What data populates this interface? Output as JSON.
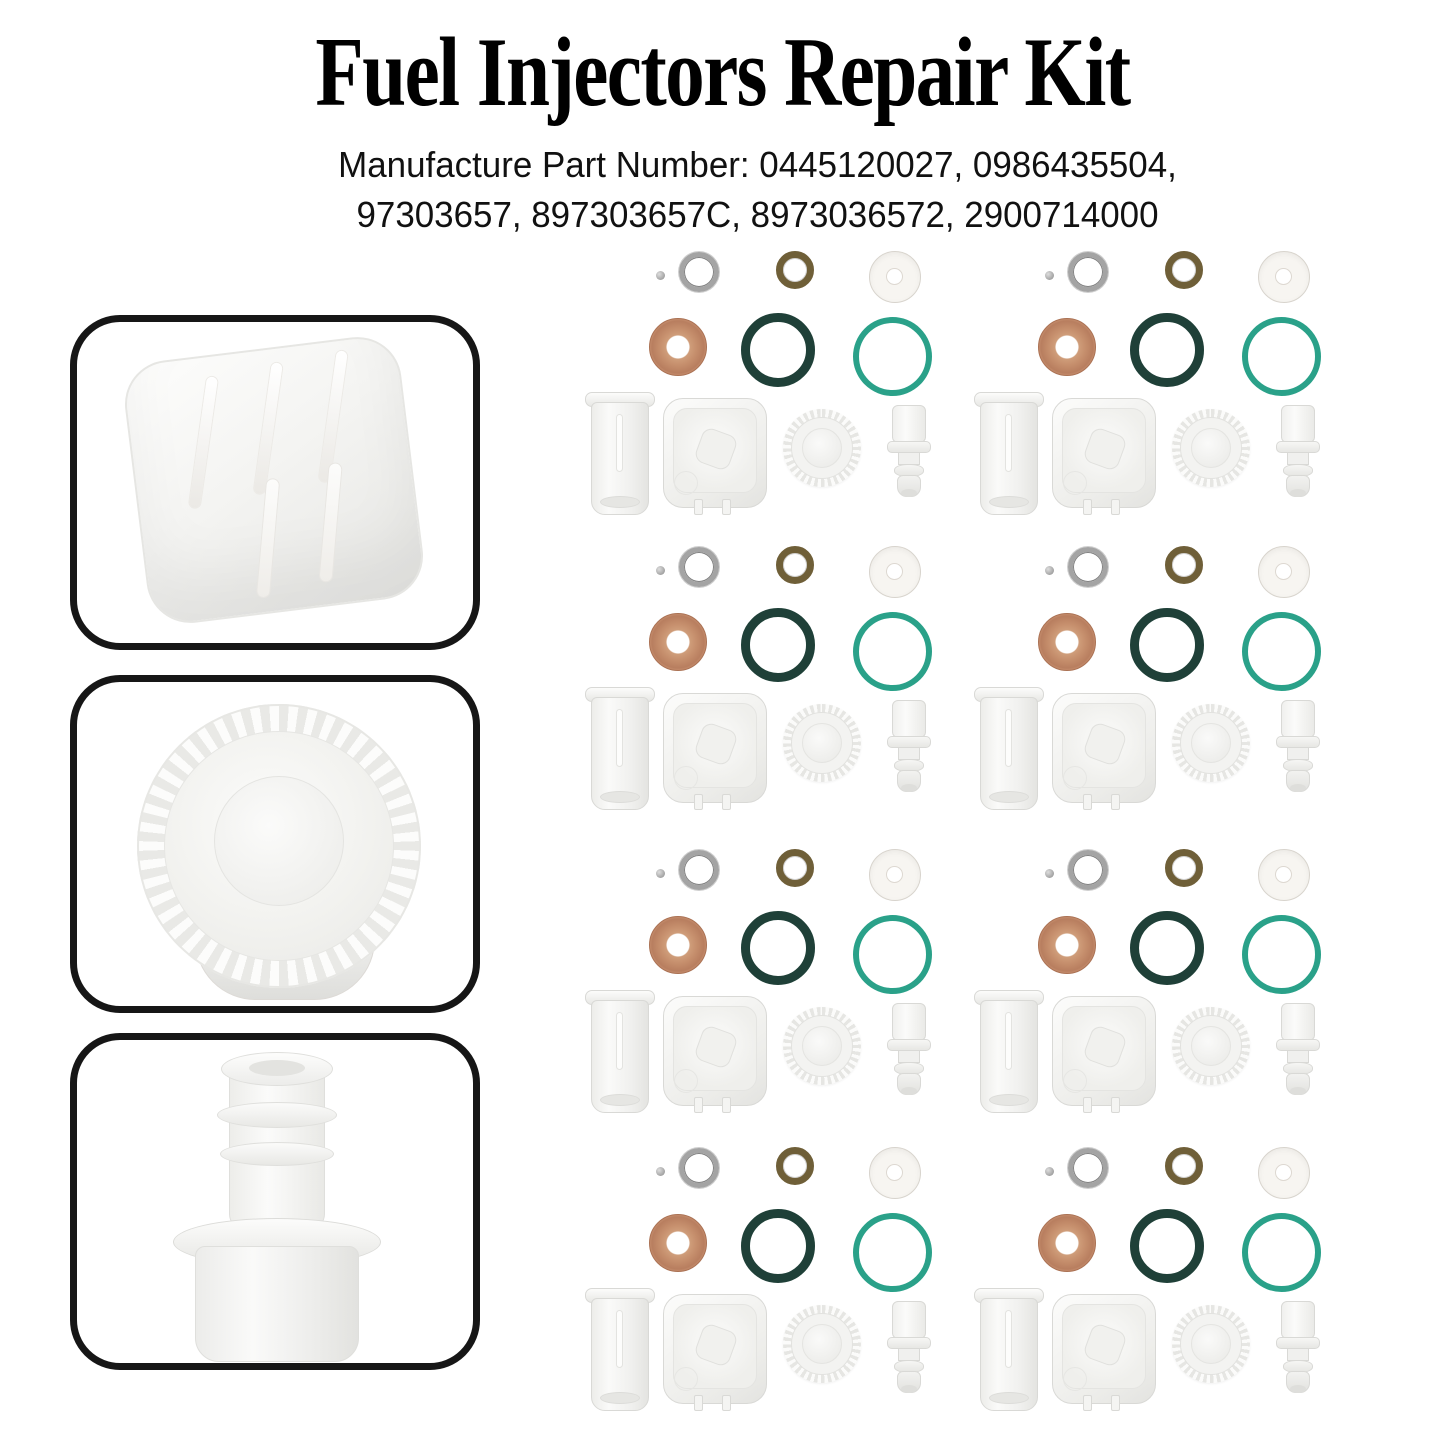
{
  "header": {
    "title": "Fuel Injectors Repair Kit",
    "subtitle_line1": "Manufacture Part Number: 0445120027, 0986435504,",
    "subtitle_line2": "97303657, 897303657C, 8973036572, 2900714000"
  },
  "colors": {
    "background": "#ffffff",
    "text": "#000000",
    "thumb_border": "#161616",
    "steel_ring": "#a4a4a4",
    "brown_o_ring": "#6f5f38",
    "copper_washer": "#c68f6d",
    "copper_washer_edge": "#b87e5f",
    "dark_green_o_ring": "#1f4038",
    "teal_o_ring": "#2aa189",
    "white_washer": "#f7f5f1",
    "plastic": "#f2f2f0",
    "plastic_outline": "#d9d9d6"
  },
  "left_thumbnails": [
    {
      "name": "square-protective-cap-photo"
    },
    {
      "name": "knurled-round-cap-photo"
    },
    {
      "name": "plastic-connector-photo"
    }
  ],
  "kit_grid": {
    "rows": 4,
    "columns": 2,
    "group_count": 8,
    "parts_per_group": [
      "steel-ball",
      "steel-snap-ring",
      "brown-o-ring",
      "white-washer",
      "copper-sealing-washer",
      "dark-green-o-ring",
      "teal-o-ring",
      "plastic-sleeve-cap",
      "square-protective-cap",
      "knurled-round-cap",
      "plastic-connector"
    ]
  }
}
